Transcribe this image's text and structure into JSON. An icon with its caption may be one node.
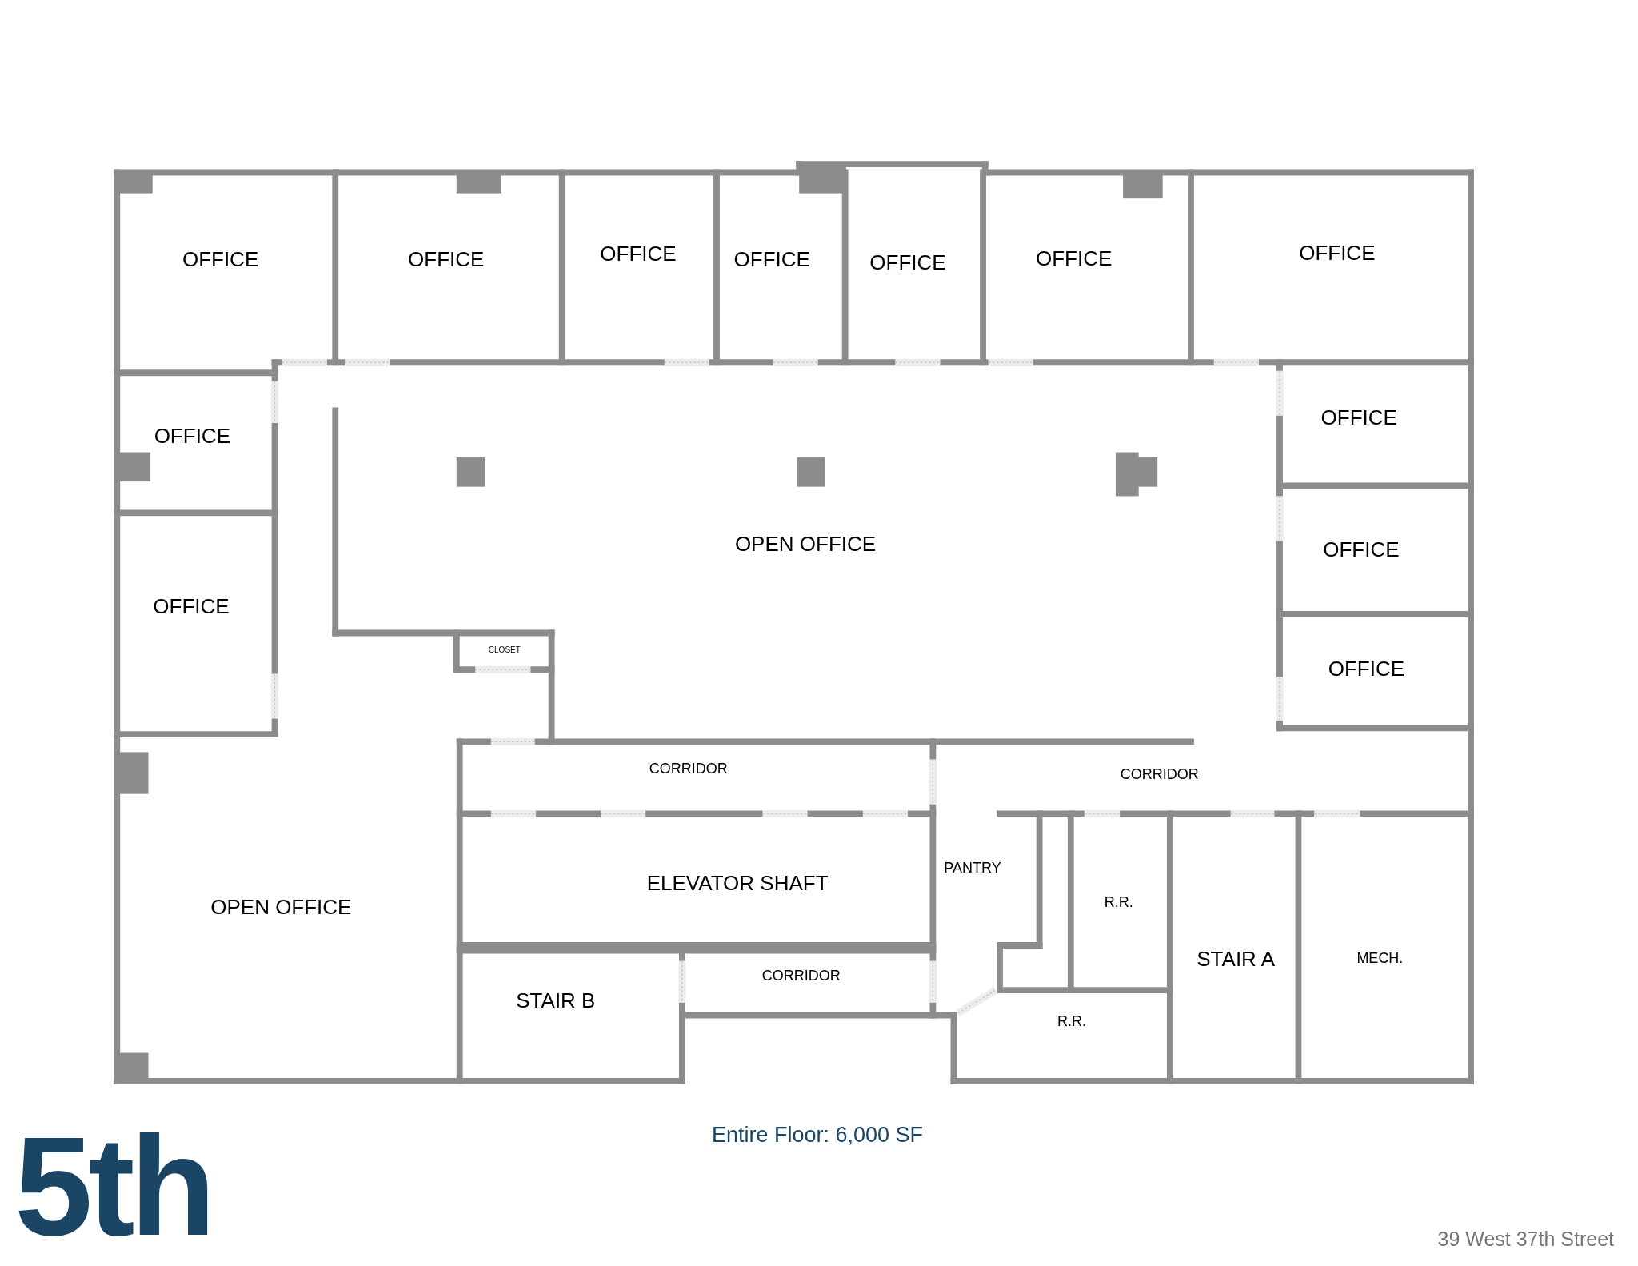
{
  "diagram": {
    "title": "5th",
    "caption": "Entire Floor: 6,000 SF",
    "nodes": [
      {
        "text": [
          "OFFICE"
        ]
      },
      {
        "text": [
          "OFFICE"
        ]
      },
      {
        "text": [
          "OFFICE"
        ]
      },
      {
        "text": [
          "OFFICE"
        ]
      },
      {
        "text": [
          "OFFICE"
        ]
      },
      {
        "text": [
          "OFFICE"
        ]
      },
      {
        "text": [
          "OFFICE"
        ]
      },
      {
        "text": [
          "OFFICE"
        ]
      },
      {
        "text": [
          "OFFICE"
        ]
      },
      {
        "text": [
          "OPEN OFFICE"
        ]
      },
      {
        "text": [
          "OFFICE"
        ]
      },
      {
        "text": [
          "OFFICE"
        ]
      },
      {
        "text": [
          "CLOSET"
        ]
      },
      {
        "text": [
          "OFFICE"
        ]
      },
      {
        "text": [
          "CORRIDOR"
        ]
      },
      {
        "text": [
          "CORRIDOR"
        ]
      },
      {
        "text": [
          "ELEVATOR SHAFT"
        ]
      },
      {
        "text": [
          "PANTRY"
        ]
      },
      {
        "text": [
          "R.R."
        ]
      },
      {
        "text": [
          "OPEN OFFICE"
        ]
      },
      {
        "text": [
          "STAIR A"
        ]
      },
      {
        "text": [
          "MECH."
        ]
      },
      {
        "text": [
          "CORRIDOR"
        ]
      },
      {
        "text": [
          "STAIR B"
        ]
      },
      {
        "text": [
          "R.R."
        ]
      }
    ],
    "labels": [
      "39 West 37th Street"
    ]
  }
}
